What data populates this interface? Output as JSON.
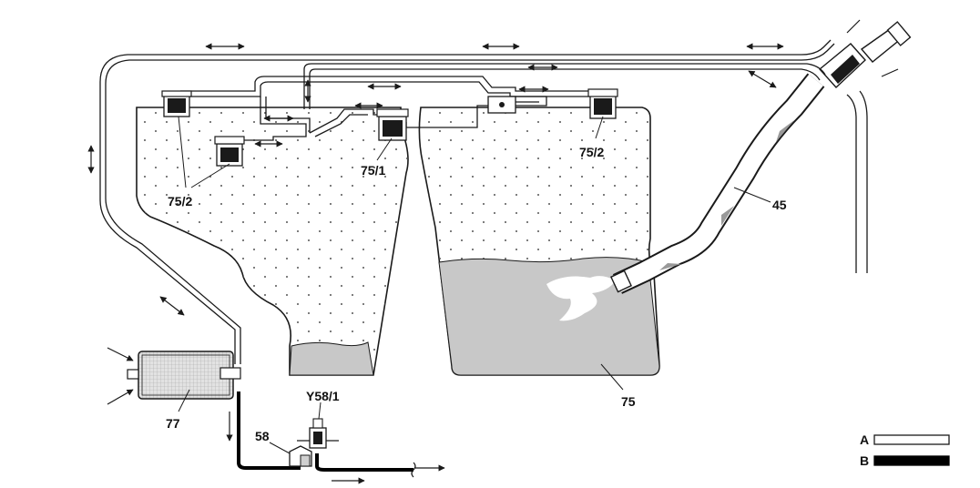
{
  "labels": {
    "tank": "75",
    "filler_neck": "45",
    "vent_valve_center": "75/1",
    "vent_valve_right": "75/2",
    "vent_valve_left": "75/2",
    "canister": "77",
    "connector": "58",
    "purge_valve": "Y58/1"
  },
  "legend": {
    "a_label": "A",
    "b_label": "B"
  },
  "colors": {
    "line": "#1a1a1a",
    "fuel": "#c8c8c8",
    "background": "#ffffff",
    "legend_b_fill": "#000000"
  }
}
